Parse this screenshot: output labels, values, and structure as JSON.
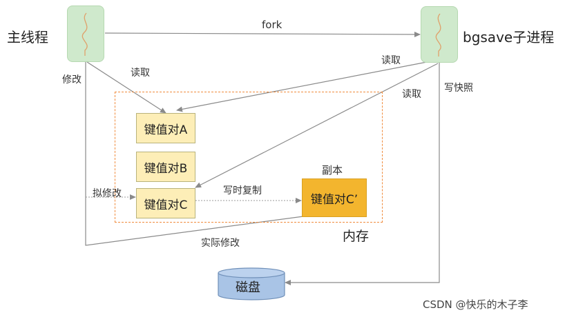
{
  "main_thread": {
    "label": "主线程"
  },
  "child_process": {
    "label": "bgsave子进程"
  },
  "edges": {
    "fork": "fork",
    "main_read": "读取",
    "main_modify": "修改",
    "child_read_1": "读取",
    "child_read_2": "读取",
    "write_snapshot": "写快照",
    "intend_modify": "拟修改",
    "copy_on_write": "写时复制",
    "actual_modify": "实际修改"
  },
  "memory": {
    "label": "内存",
    "pairs": [
      "键值对A",
      "键值对B",
      "键值对C"
    ],
    "copy_label": "副本",
    "copy_pair": "键值对C’"
  },
  "disk": {
    "label": "磁盘"
  },
  "watermark": "CSDN @快乐的木子李",
  "colors": {
    "process_fill": "#cfe9cc",
    "pair_fill": "#fdeeb7",
    "copy_fill": "#f3b52e",
    "memory_border": "#f08a3a",
    "disk_fill": "#a9c4e6",
    "line": "#7f7f7f"
  }
}
